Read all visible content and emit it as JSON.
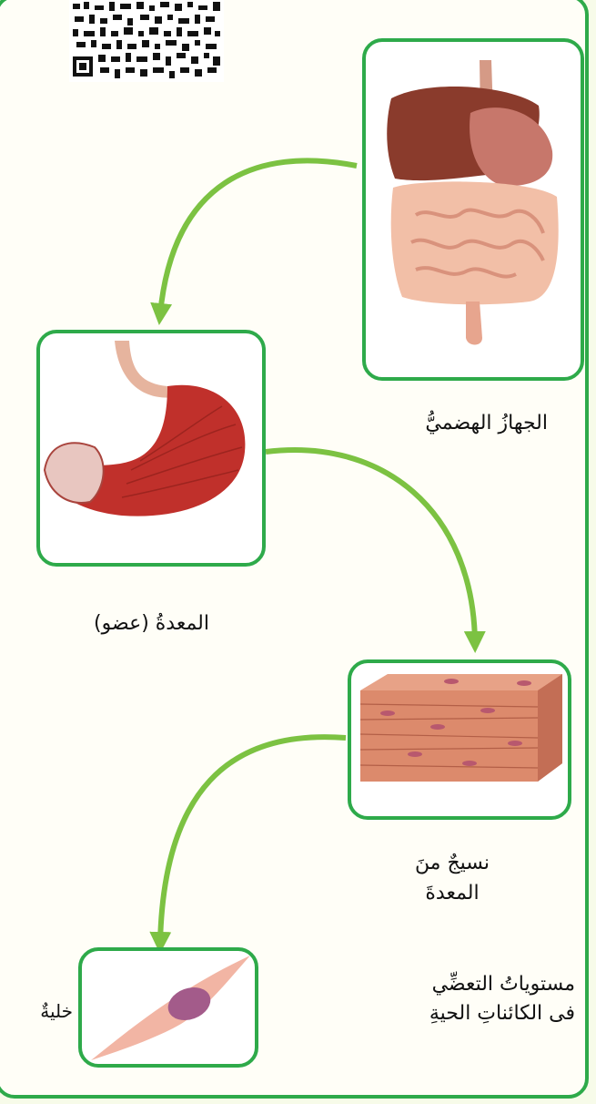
{
  "labels": {
    "digestive_system": "الجهازُ الهضميُّ",
    "stomach": "المعدةُ (عضو)",
    "tissue_line1": "نسيجٌ منَ",
    "tissue_line2": "المعدةَ",
    "cell": "خليةٌ",
    "caption_line1": "مستوياتُ التعضِّي",
    "caption_line2": "فى الكائناتِ الحيةِ"
  },
  "colors": {
    "frame": "#2eaa4a",
    "arrow": "#7cc242",
    "background": "#fffef7"
  },
  "icons": [
    "qr-code-icon",
    "digestive-system-illustration",
    "stomach-illustration",
    "muscle-tissue-illustration",
    "cell-illustration"
  ]
}
